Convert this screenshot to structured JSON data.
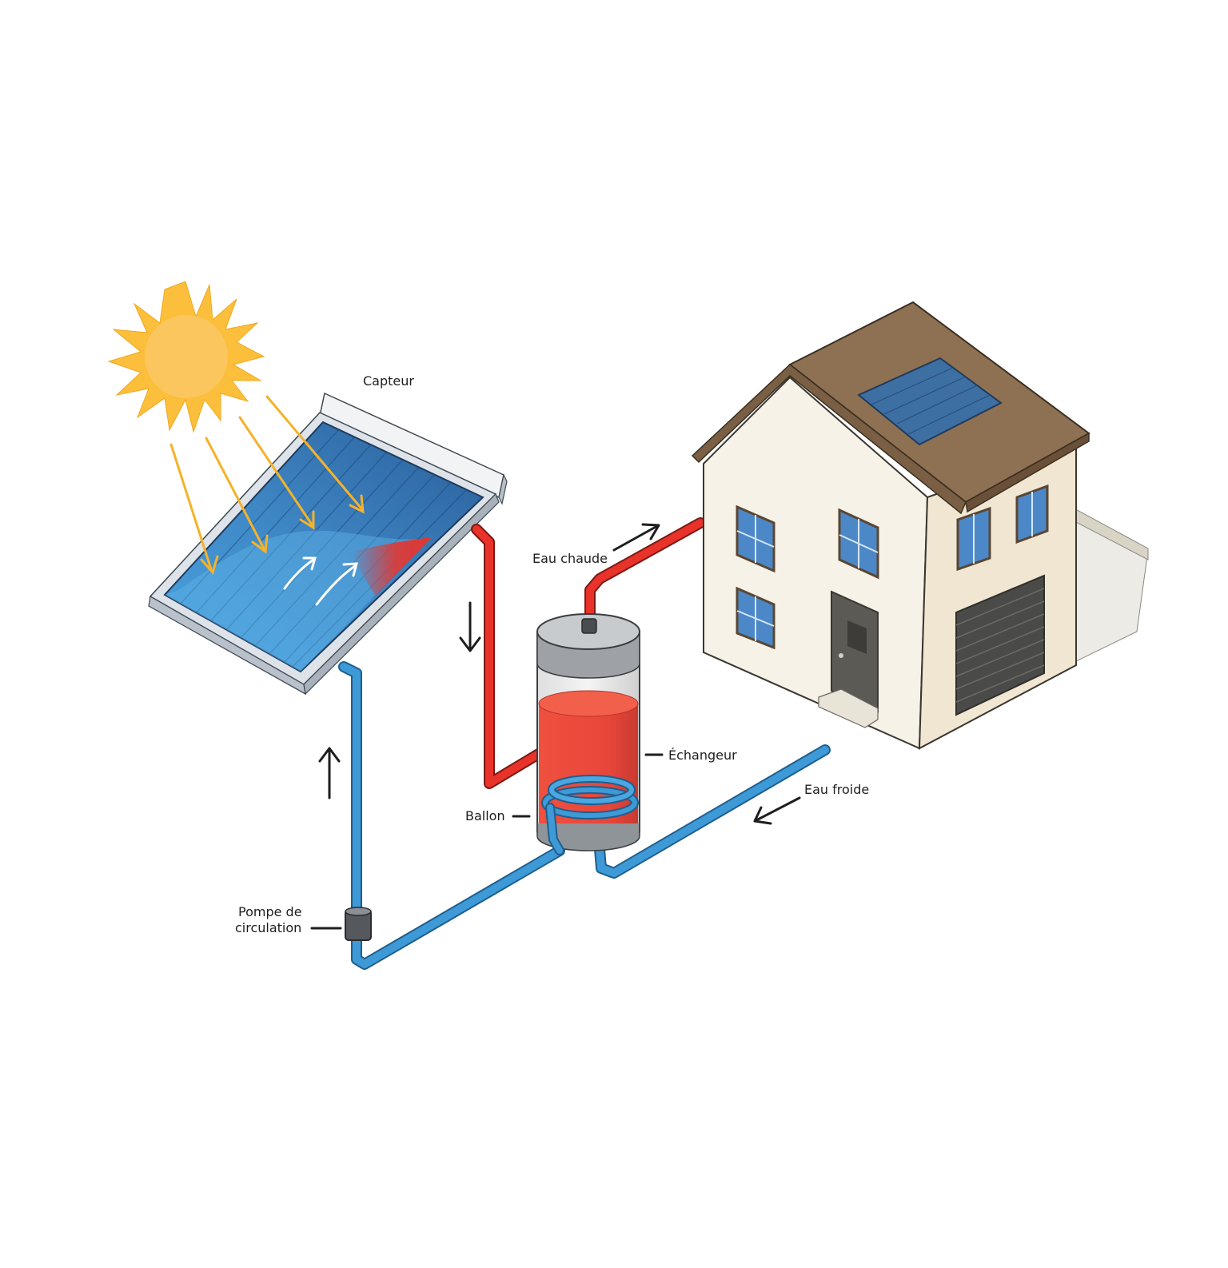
{
  "labels": {
    "capteur": "Capteur",
    "eau_chaude": "Eau chaude",
    "echangeur": "Échangeur",
    "eau_froide": "Eau froide",
    "ballon": "Ballon",
    "pompe_line1": "Pompe de",
    "pompe_line2": "circulation"
  },
  "colors": {
    "hot_pipe": "#e8322a",
    "cold_pipe": "#3d9ad6",
    "sun": "#fbbf3c",
    "sun_rays": "#f5b22a",
    "collector_glass": "#2e6aa8",
    "tank_water": "#e8463a",
    "roof": "#8e7152",
    "wall": "#f7f2e8",
    "garage_door": "#4a4a48"
  },
  "icons": {
    "sun": "sun-icon",
    "flow_arrows": "arrow-icon"
  }
}
